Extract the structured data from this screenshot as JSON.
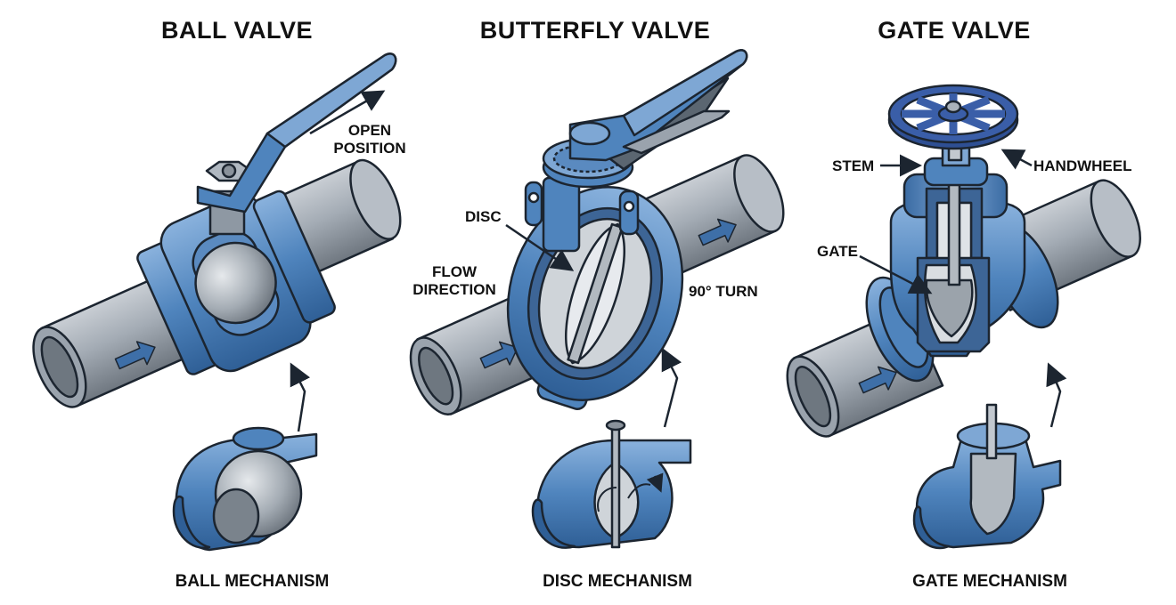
{
  "valves": [
    {
      "title": "BALL VALVE",
      "mechanism_caption": "BALL MECHANISM",
      "callouts": {
        "open_position_1": "OPEN",
        "open_position_2": "POSITION"
      }
    },
    {
      "title": "BUTTERFLY VALVE",
      "mechanism_caption": "DISC MECHANISM",
      "callouts": {
        "disc": "DISC",
        "flow_direction_1": "FLOW",
        "flow_direction_2": "DIRECTION",
        "turn": "90° TURN"
      }
    },
    {
      "title": "GATE VALVE",
      "mechanism_caption": "GATE MECHANISM",
      "callouts": {
        "stem": "STEM",
        "handwheel": "HANDWHEEL",
        "gate": "GATE"
      }
    }
  ],
  "colors": {
    "valve_body": "#4a7fb8",
    "valve_light": "#7fa9d6",
    "valve_dark": "#2f5f96",
    "handwheel": "#3a5ea8",
    "pipe": "#9aa3ad",
    "pipe_light": "#c2c8cf",
    "pipe_dark": "#6e7780",
    "outline": "#1c2530",
    "text": "#111111"
  }
}
